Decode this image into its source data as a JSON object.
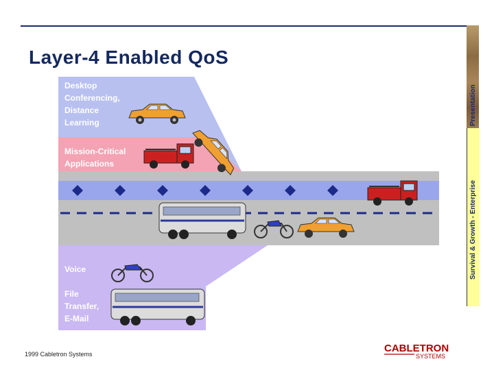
{
  "title": "Layer-4 Enabled QoS",
  "sidebar": {
    "caption_top": "Presentation",
    "caption_bottom": "Survival & Growth - Enterprise",
    "colors": {
      "image": "#9a7a52",
      "panel": "#ffff99"
    }
  },
  "lanes": [
    {
      "label": "Desktop\nConferencing,\nDistance\nLearning",
      "color": "#b8c0f0"
    },
    {
      "label": "Mission-Critical\nApplications",
      "color": "#f4a3b4"
    },
    {
      "label": "Voice",
      "color": "#c9b8f2"
    },
    {
      "label": "File\nTransfer,\nE-Mail",
      "color": "#c9b8f2"
    }
  ],
  "road": {
    "color": "#c0c0c0",
    "lane_stripe": "#9aa6ec",
    "dash_color": "#1c2a8a"
  },
  "vehicles": [
    "car-icon",
    "car-icon",
    "car-icon",
    "fire-truck-icon",
    "fire-truck-icon",
    "bus-icon",
    "bus-icon",
    "motorcycle-icon",
    "motorcycle-icon"
  ],
  "footer": "1999 Cabletron Systems",
  "logo": {
    "top": "CABLETRON",
    "bottom": "SYSTEMS",
    "color": "#b00000"
  }
}
